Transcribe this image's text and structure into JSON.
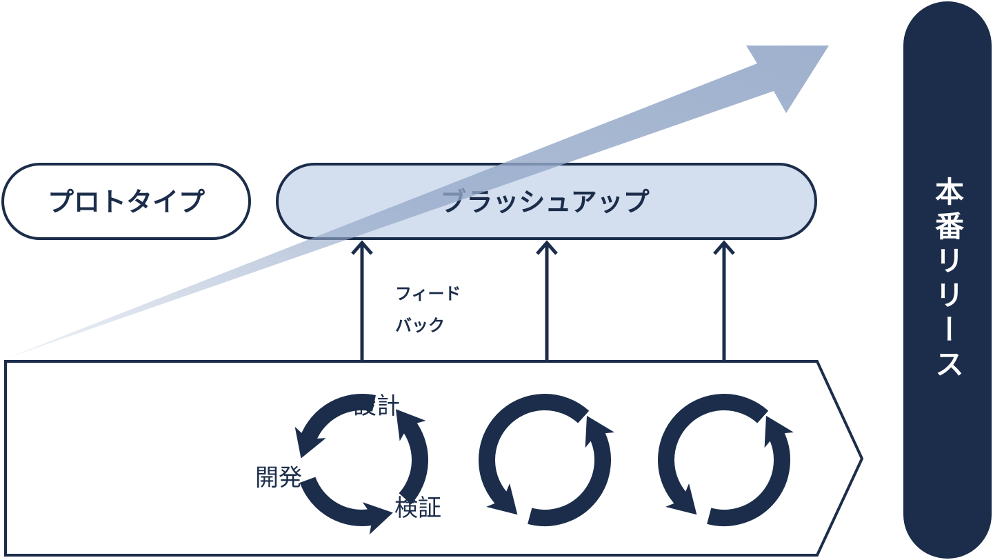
{
  "colors": {
    "navy": "#1b2d4a",
    "light_fill": "#d3deef",
    "growth_arrow": "#94a8c8"
  },
  "prototype_label": "プロトタイプ",
  "brushup_label": "ブラッシュアップ",
  "feedback_label": [
    "フィード",
    "バック"
  ],
  "cycle_labels": {
    "design": "設計",
    "develop": "開発",
    "verify": "検証"
  },
  "release_label": "本番リリース",
  "cycle_count": 3
}
